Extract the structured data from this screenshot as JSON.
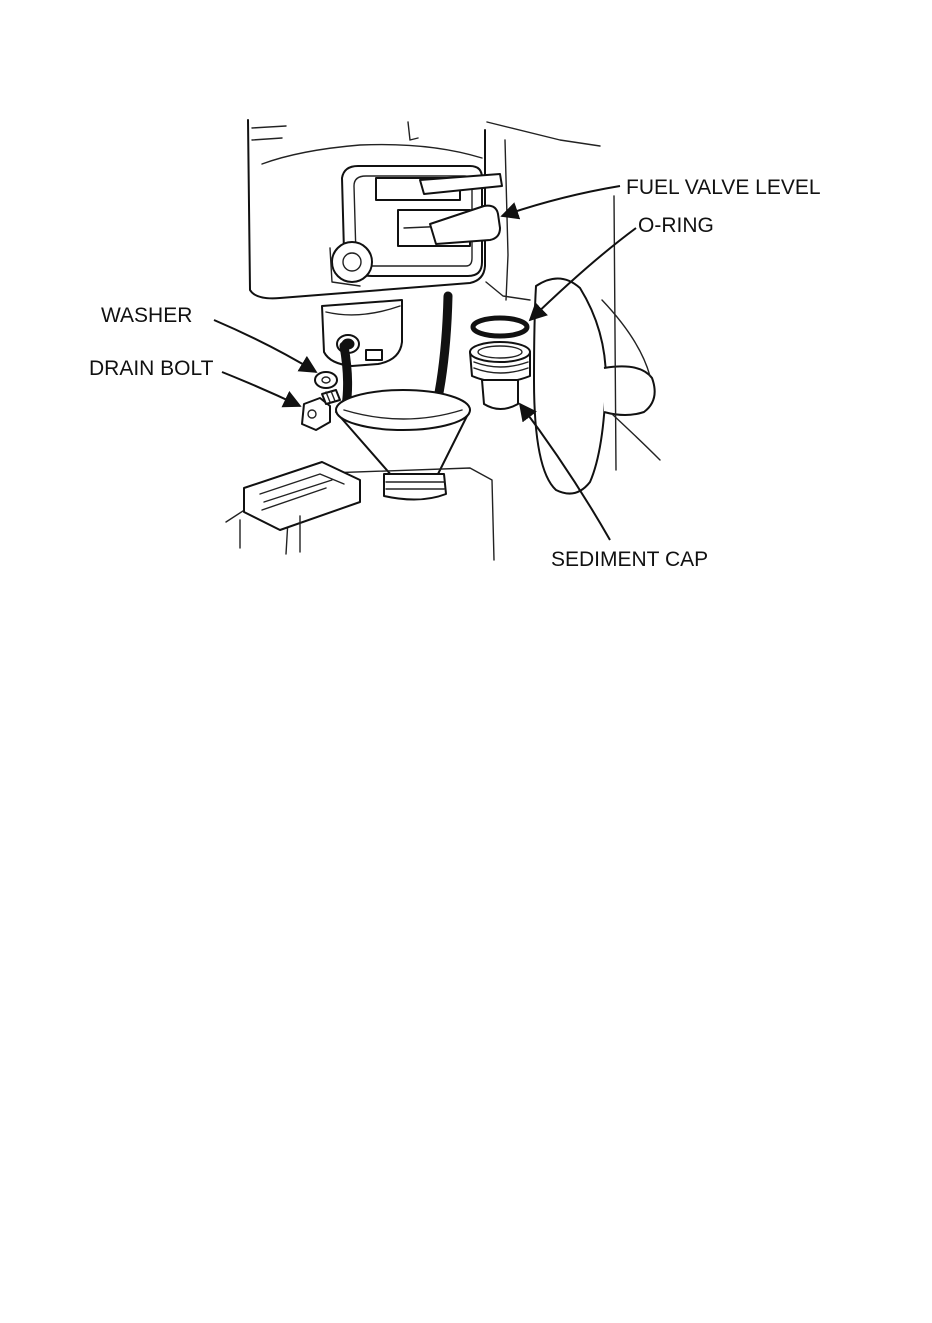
{
  "labels": {
    "fuel_valve_lever": "FUEL VALVE LEVEL",
    "o_ring": "O-RING",
    "washer": "WASHER",
    "drain_bolt": "DRAIN BOLT",
    "sediment_cap": "SEDIMENT CAP"
  },
  "colors": {
    "ink": "#111111",
    "paper": "#ffffff"
  }
}
